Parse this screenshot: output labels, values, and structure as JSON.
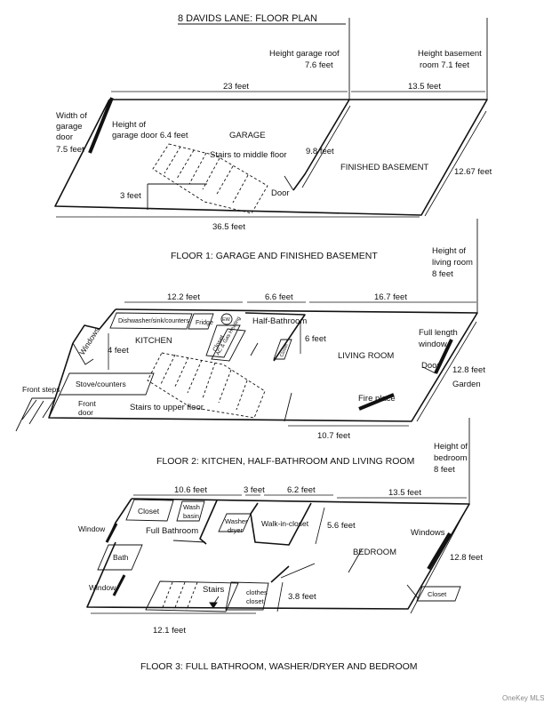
{
  "title": "8 DAVIDS LANE: FLOOR PLAN",
  "watermark": "OneKey MLS",
  "floor1": {
    "caption": "FLOOR 1: GARAGE AND FINISHED BASEMENT",
    "height_garage_roof_1": "Height garage roof",
    "height_garage_roof_2": "7.6 feet",
    "height_basement_1": "Height basement",
    "height_basement_2": "room  7.1 feet",
    "dim_23": "23 feet",
    "dim_13_5": "13.5 feet",
    "width_door_1": "Width of",
    "width_door_2": "garage",
    "width_door_3": "door",
    "width_door_4": "7.5 feet",
    "height_door_1": "Height of",
    "height_door_2": "garage door 6.4 feet",
    "garage": "GARAGE",
    "stairs": "Stairs to middle floor",
    "dim_9_8": "9.8 feet",
    "finished_basement": "FINISHED BASEMENT",
    "dim_12_67": "12.67 feet",
    "dim_3": "3 feet",
    "door": "Door",
    "dim_36_5": "36.5 feet"
  },
  "floor2": {
    "caption": "FLOOR  2: KITCHEN, HALF-BATHROOM AND LIVING ROOM",
    "height_living_1": "Height of",
    "height_living_2": "living room",
    "height_living_3": "8 feet",
    "dim_12_2": "12.2 feet",
    "dim_6_6": "6.6 feet",
    "dim_16_7": "16.7 feet",
    "dishwasher": "Dishwasher/sink/counters",
    "fridge": "Fridge",
    "ew": "EW",
    "closet": "Closet",
    "ac_heating": "AC & Gas Heating",
    "half_bath": "Half-Bathroom",
    "closet_small": "Closet",
    "windows": "Windows",
    "kitchen": "KITCHEN",
    "dim_4": "4 feet",
    "dim_6": "6 feet",
    "living_room": "LIVING ROOM",
    "full_window_1": "Full length",
    "full_window_2": "window",
    "door": "Door",
    "dim_12_8": "12.8 feet",
    "garden": "Garden",
    "front_steps": "Front steps",
    "stove": "Stove/counters",
    "front_door_1": "Front",
    "front_door_2": "door",
    "stairs_upper": "Stairs to upper floor",
    "fireplace": "Fire place",
    "dim_10_7": "10.7 feet"
  },
  "floor3": {
    "caption": "FLOOR 3: FULL BATHROOM, WASHER/DRYER AND BEDROOM",
    "height_bedroom_1": "Height of",
    "height_bedroom_2": "bedroom",
    "height_bedroom_3": "8 feet",
    "dim_10_6": "10.6 feet",
    "dim_3": "3 feet",
    "dim_6_2": "6.2 feet",
    "dim_13_5": "13.5 feet",
    "closet": "Closet",
    "wash_basin_1": "Wash",
    "wash_basin_2": "basin",
    "washer_1": "Washer",
    "washer_2": "dryer",
    "walk_in": "Walk-in-closet",
    "dim_5_6": "5.6 feet",
    "window_1": "Window",
    "full_bath": "Full Bathroom",
    "windows": "Windows",
    "bath": "Bath",
    "bedroom": "BEDROOM",
    "dim_12_8": "12.8 feet",
    "window_2": "Window",
    "stairs": "Stairs",
    "clothes_closet_1": "clothes",
    "clothes_closet_2": "closet",
    "dim_3_8": "3.8 feet",
    "closet_right": "Closet",
    "dim_12_1": "12.1 feet"
  }
}
